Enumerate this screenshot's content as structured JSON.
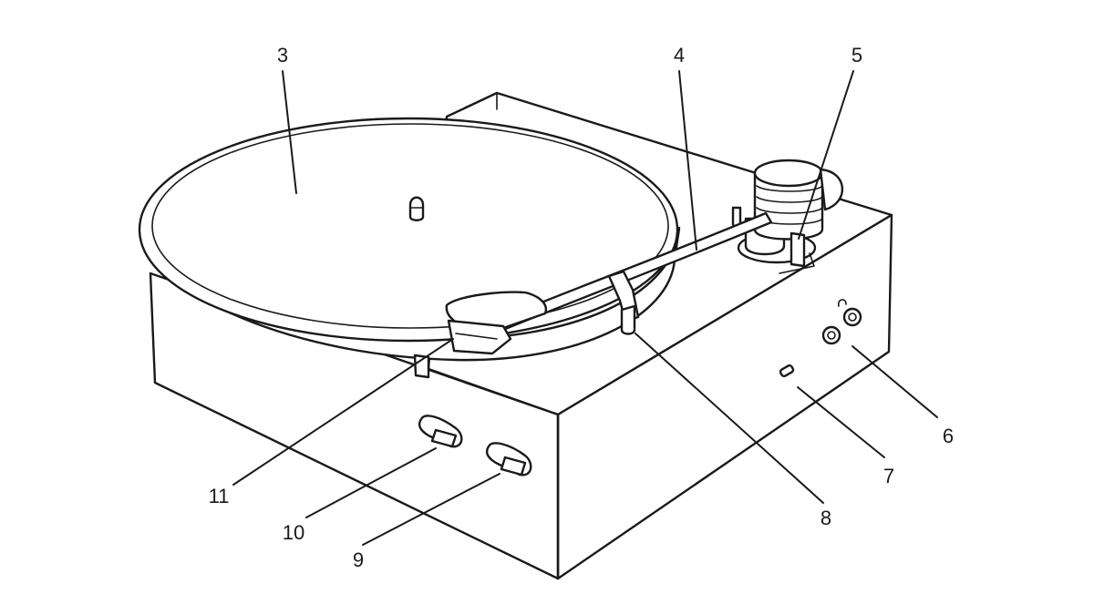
{
  "diagram": {
    "callouts": [
      {
        "id": "3",
        "label": "3"
      },
      {
        "id": "4",
        "label": "4"
      },
      {
        "id": "5",
        "label": "5"
      },
      {
        "id": "6",
        "label": "6"
      },
      {
        "id": "7",
        "label": "7"
      },
      {
        "id": "8",
        "label": "8"
      },
      {
        "id": "9",
        "label": "9"
      },
      {
        "id": "10",
        "label": "10"
      },
      {
        "id": "11",
        "label": "11"
      }
    ]
  }
}
